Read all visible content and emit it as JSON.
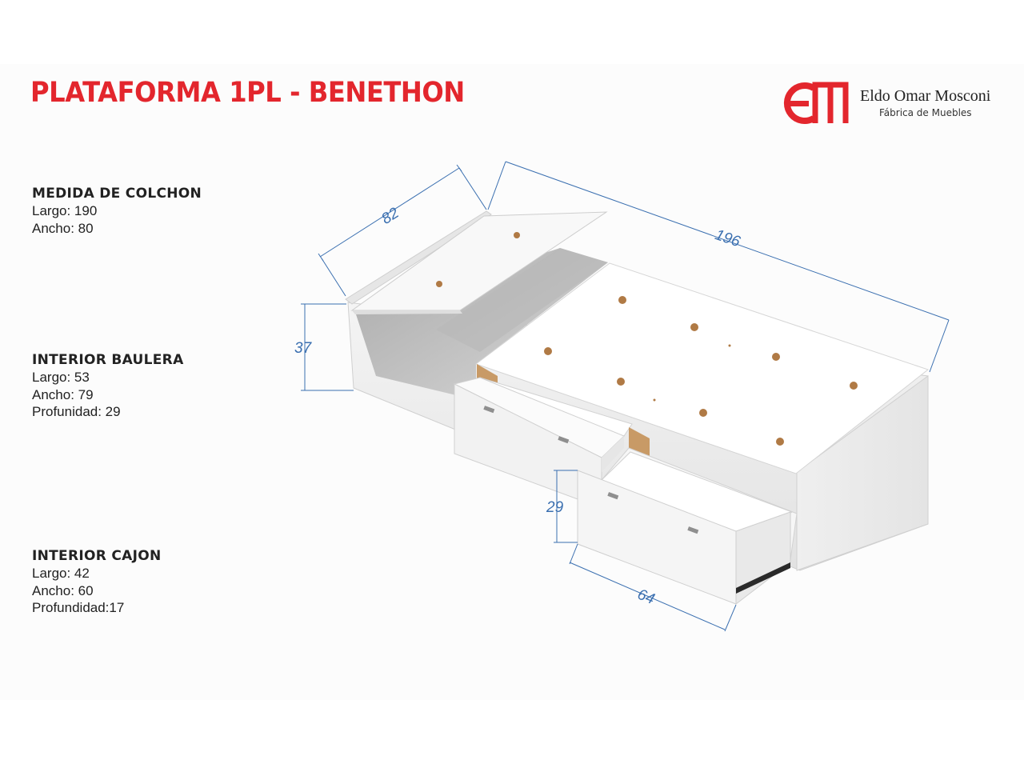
{
  "title": "PLATAFORMA 1PL - BENETHON",
  "brand": {
    "name": "Eldo Omar Mosconi",
    "tagline": "Fábrica de Muebles",
    "logo_text": "EM",
    "color": "#e3262d"
  },
  "specs": [
    {
      "heading": "MEDIDA DE COLCHON",
      "lines": [
        "Largo: 190",
        "Ancho: 80"
      ]
    },
    {
      "heading": "INTERIOR BAULERA",
      "lines": [
        "Largo: 53",
        "Ancho: 79",
        "Profunidad: 29"
      ]
    },
    {
      "heading": "INTERIOR CAJON",
      "lines": [
        "Largo: 42",
        "Ancho: 60",
        "Profundidad:17"
      ]
    }
  ],
  "dimensions": {
    "width": "82",
    "length": "196",
    "height": "37",
    "drawer_height": "29",
    "drawer_width": "64",
    "line_color": "#3a6fb0"
  }
}
